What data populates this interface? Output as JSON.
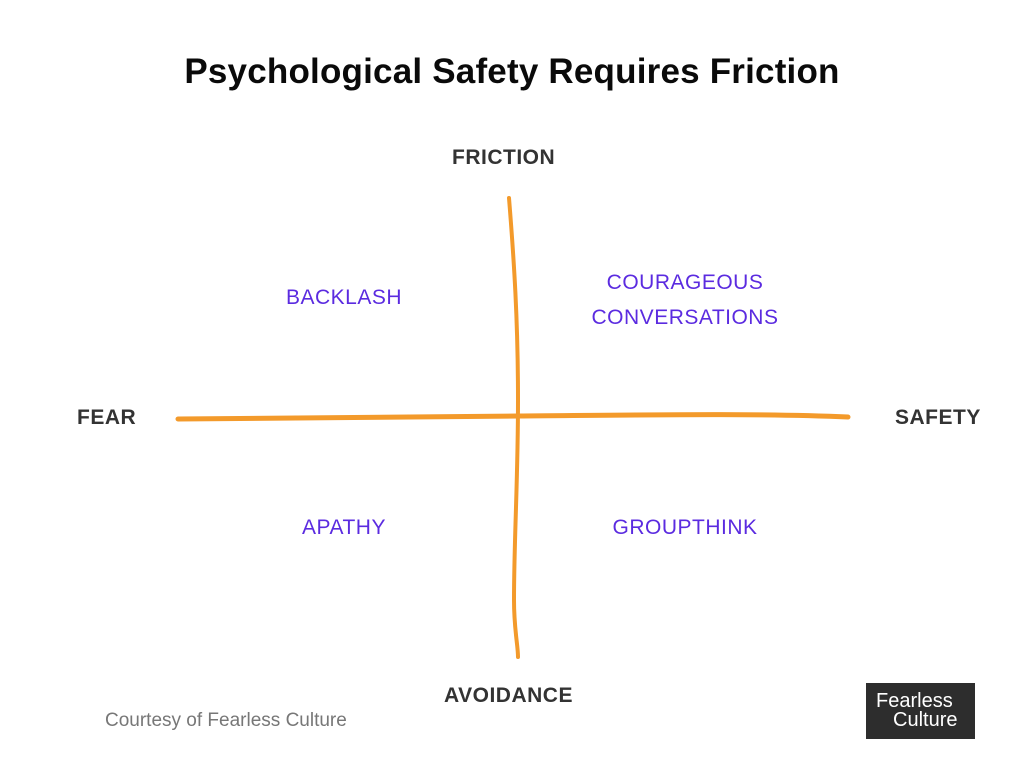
{
  "title": "Psychological Safety Requires Friction",
  "axes": {
    "top": "FRICTION",
    "bottom": "AVOIDANCE",
    "left": "FEAR",
    "right": "SAFETY",
    "color": "#f39a2b"
  },
  "quadrants": {
    "top_left": "BACKLASH",
    "top_right_line1": "COURAGEOUS",
    "top_right_line2": "CONVERSATIONS",
    "bottom_left": "APATHY",
    "bottom_right": "GROUPTHINK",
    "color": "#5b2be0"
  },
  "footer": {
    "courtesy": "Courtesy of Fearless Culture",
    "logo_line1": "Fearless",
    "logo_line2": "Culture"
  }
}
